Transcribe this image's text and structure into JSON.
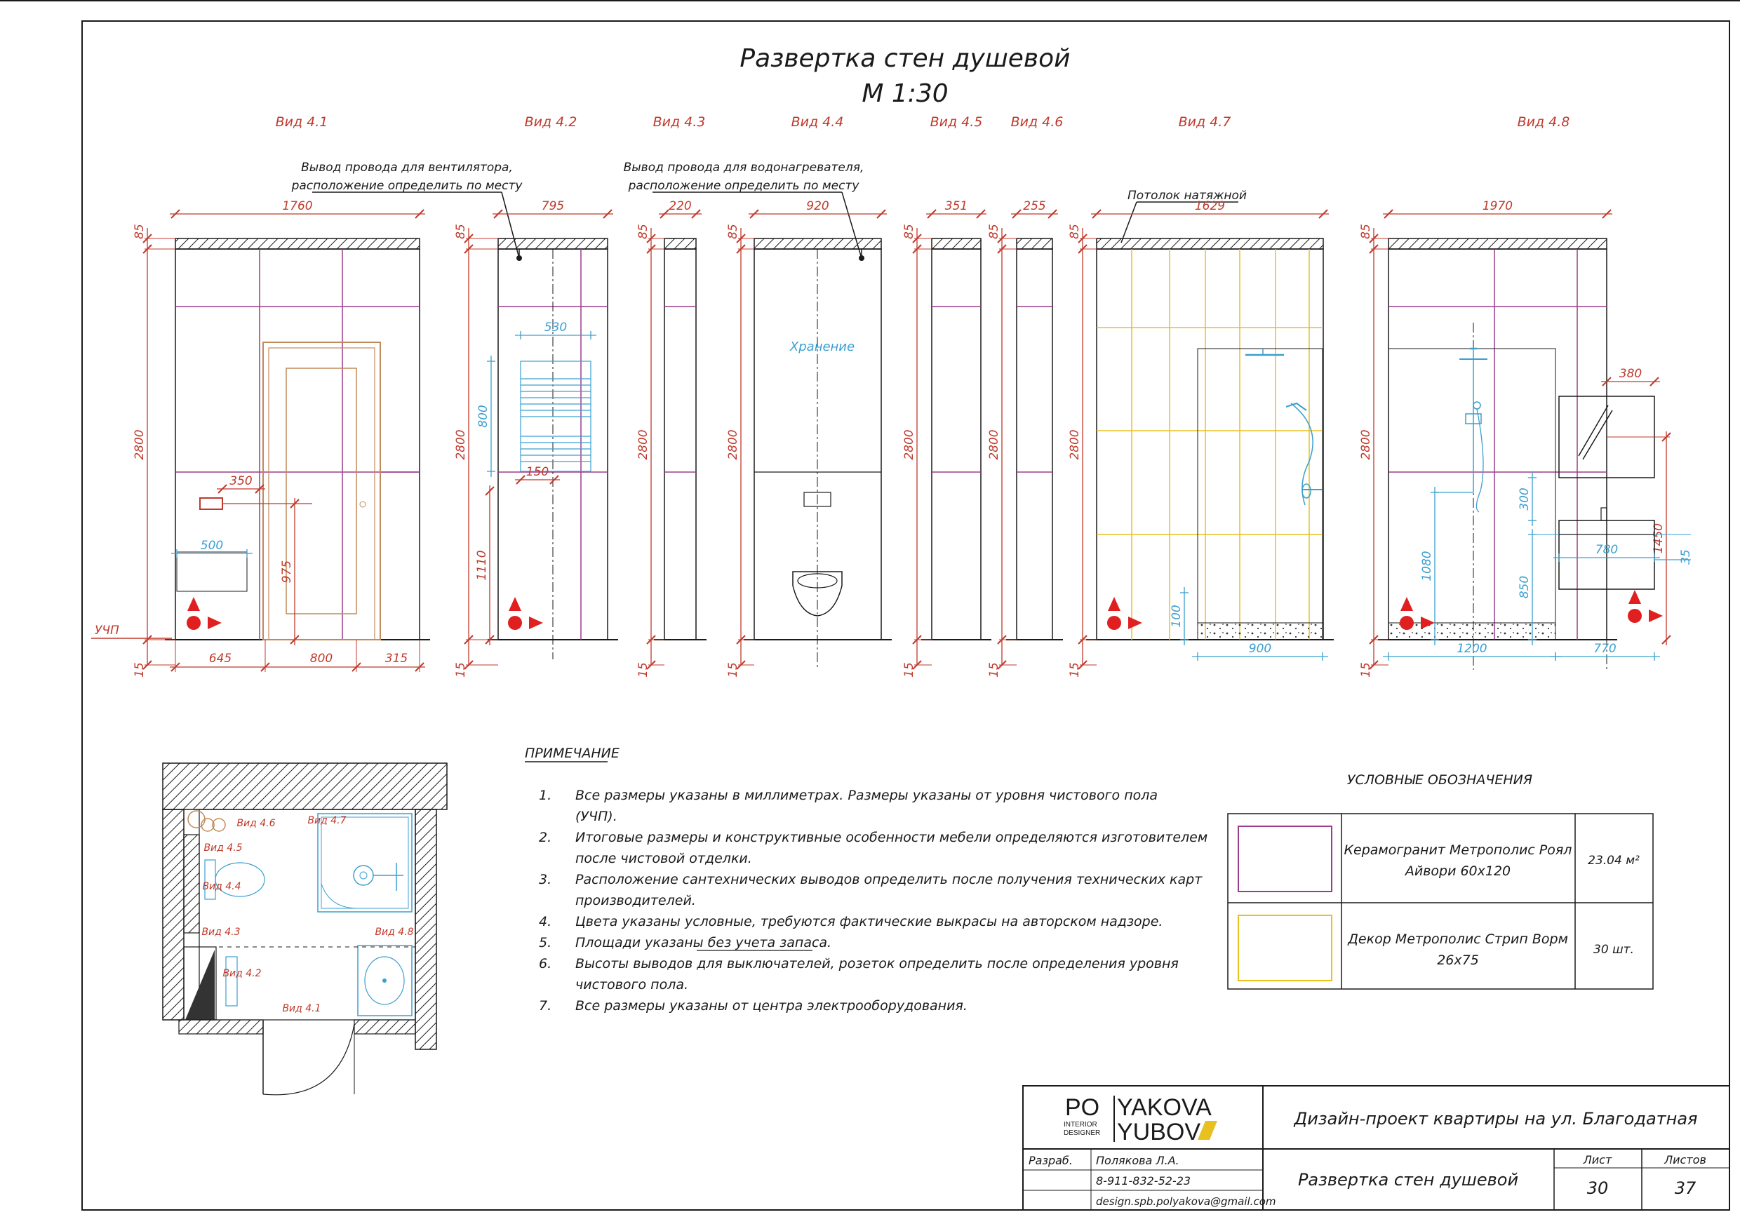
{
  "title": "Развертка стен душевой",
  "scale": "М 1:30",
  "views": [
    {
      "label": "Вид 4.1",
      "width": "1760"
    },
    {
      "label": "Вид 4.2",
      "width": "795"
    },
    {
      "label": "Вид 4.3",
      "width": "220"
    },
    {
      "label": "Вид 4.4",
      "width": "920"
    },
    {
      "label": "Вид 4.5",
      "width": "351"
    },
    {
      "label": "Вид 4.6",
      "width": "255"
    },
    {
      "label": "Вид 4.7",
      "width": "1629"
    },
    {
      "label": "Вид 4.8",
      "width": "1970"
    }
  ],
  "common_dims": {
    "ceiling": "85",
    "height": "2800",
    "floor": "15"
  },
  "callouts": {
    "fan": [
      "Вывод провода для вентилятора,",
      "расположение определить по месту"
    ],
    "heater": [
      "Вывод провода для водонагревателя,",
      "расположение определить по месту"
    ],
    "ceiling": "Потолок натяжной"
  },
  "floor_label": "УЧП",
  "storage_label": "Хранение",
  "dims": {
    "v41": {
      "socket_x": "350",
      "panel": "500",
      "door_h": "975",
      "b1": "645",
      "b2": "800",
      "b3": "315"
    },
    "v42": {
      "towel_w": "530",
      "towel_h": "800",
      "towel_off": "150",
      "low": "1110"
    },
    "v47": {
      "tray_h": "100",
      "tray_w": "900"
    },
    "v48": {
      "mirror_w": "380",
      "top": "1450",
      "gap": "300",
      "mixer": "1080",
      "sink_h": "850",
      "cab_w": "780",
      "side": "35",
      "tray_w": "1200",
      "cab_off": "770"
    }
  },
  "notes_title": "ПРИМЕЧАНИЕ",
  "notes": [
    {
      "n": "1.",
      "lines": [
        "Все размеры указаны в миллиметрах. Размеры указаны от уровня чистового пола",
        "(УЧП)."
      ]
    },
    {
      "n": "2.",
      "lines": [
        "Итоговые размеры и конструктивные особенности мебели определяются изготовителем",
        "после чистовой отделки."
      ]
    },
    {
      "n": "3.",
      "lines": [
        "Расположение сантехнических выводов определить после получения технических карт",
        "производителей."
      ]
    },
    {
      "n": "4.",
      "lines": [
        "Цвета указаны условные, требуются  фактические выкрасы на авторском надзоре."
      ]
    },
    {
      "n": "5.",
      "lines": [
        "Площади указаны без учета запаса."
      ]
    },
    {
      "n": "6.",
      "lines": [
        "Высоты выводов для выключателей, розеток определить после определения уровня",
        "чистового пола."
      ]
    },
    {
      "n": "7.",
      "lines": [
        "Все размеры указаны от центра электрооборудования."
      ]
    }
  ],
  "legend_title": "УСЛОВНЫЕ ОБОЗНАЧЕНИЯ",
  "legend": [
    {
      "lines": [
        "Керамогранит Метрополис Роял",
        "Айвори 60х120"
      ],
      "qty": "23.04 м²",
      "color": "#9b3c8c"
    },
    {
      "lines": [
        "Декор Метрополис Стрип Ворм",
        "26х75"
      ],
      "qty": "30 шт.",
      "color": "#e8c020"
    }
  ],
  "plan_labels": [
    "Вид 4.6",
    "Вид 4.7",
    "Вид 4.5",
    "Вид 4.4",
    "Вид 4.3",
    "Вид 4.8",
    "Вид 4.2",
    "Вид 4.1"
  ],
  "stamp": {
    "logo_top_left": "PO",
    "logo_top_right": "YAKOVA",
    "logo_sub1": "INTERIOR",
    "logo_sub2": "DESIGNER",
    "logo_bottom_right": "YUBOV",
    "project": "Дизайн-проект квартиры на ул. Благодатная",
    "sheet_title": "Развертка стен душевой",
    "role": "Разраб.",
    "author": "Полякова Л.А.",
    "phone": "8-911-832-52-23",
    "email": "design.spb.polyakova@gmail.com",
    "sheet_label": "Лист",
    "sheets_label": "Листов",
    "sheet_no": "30",
    "sheets_total": "37"
  },
  "colors": {
    "dim": "#c0392b",
    "tile": "#9b3c8c",
    "decor": "#e8c020",
    "blue": "#3a9fd0",
    "line": "#1a1a1a"
  }
}
